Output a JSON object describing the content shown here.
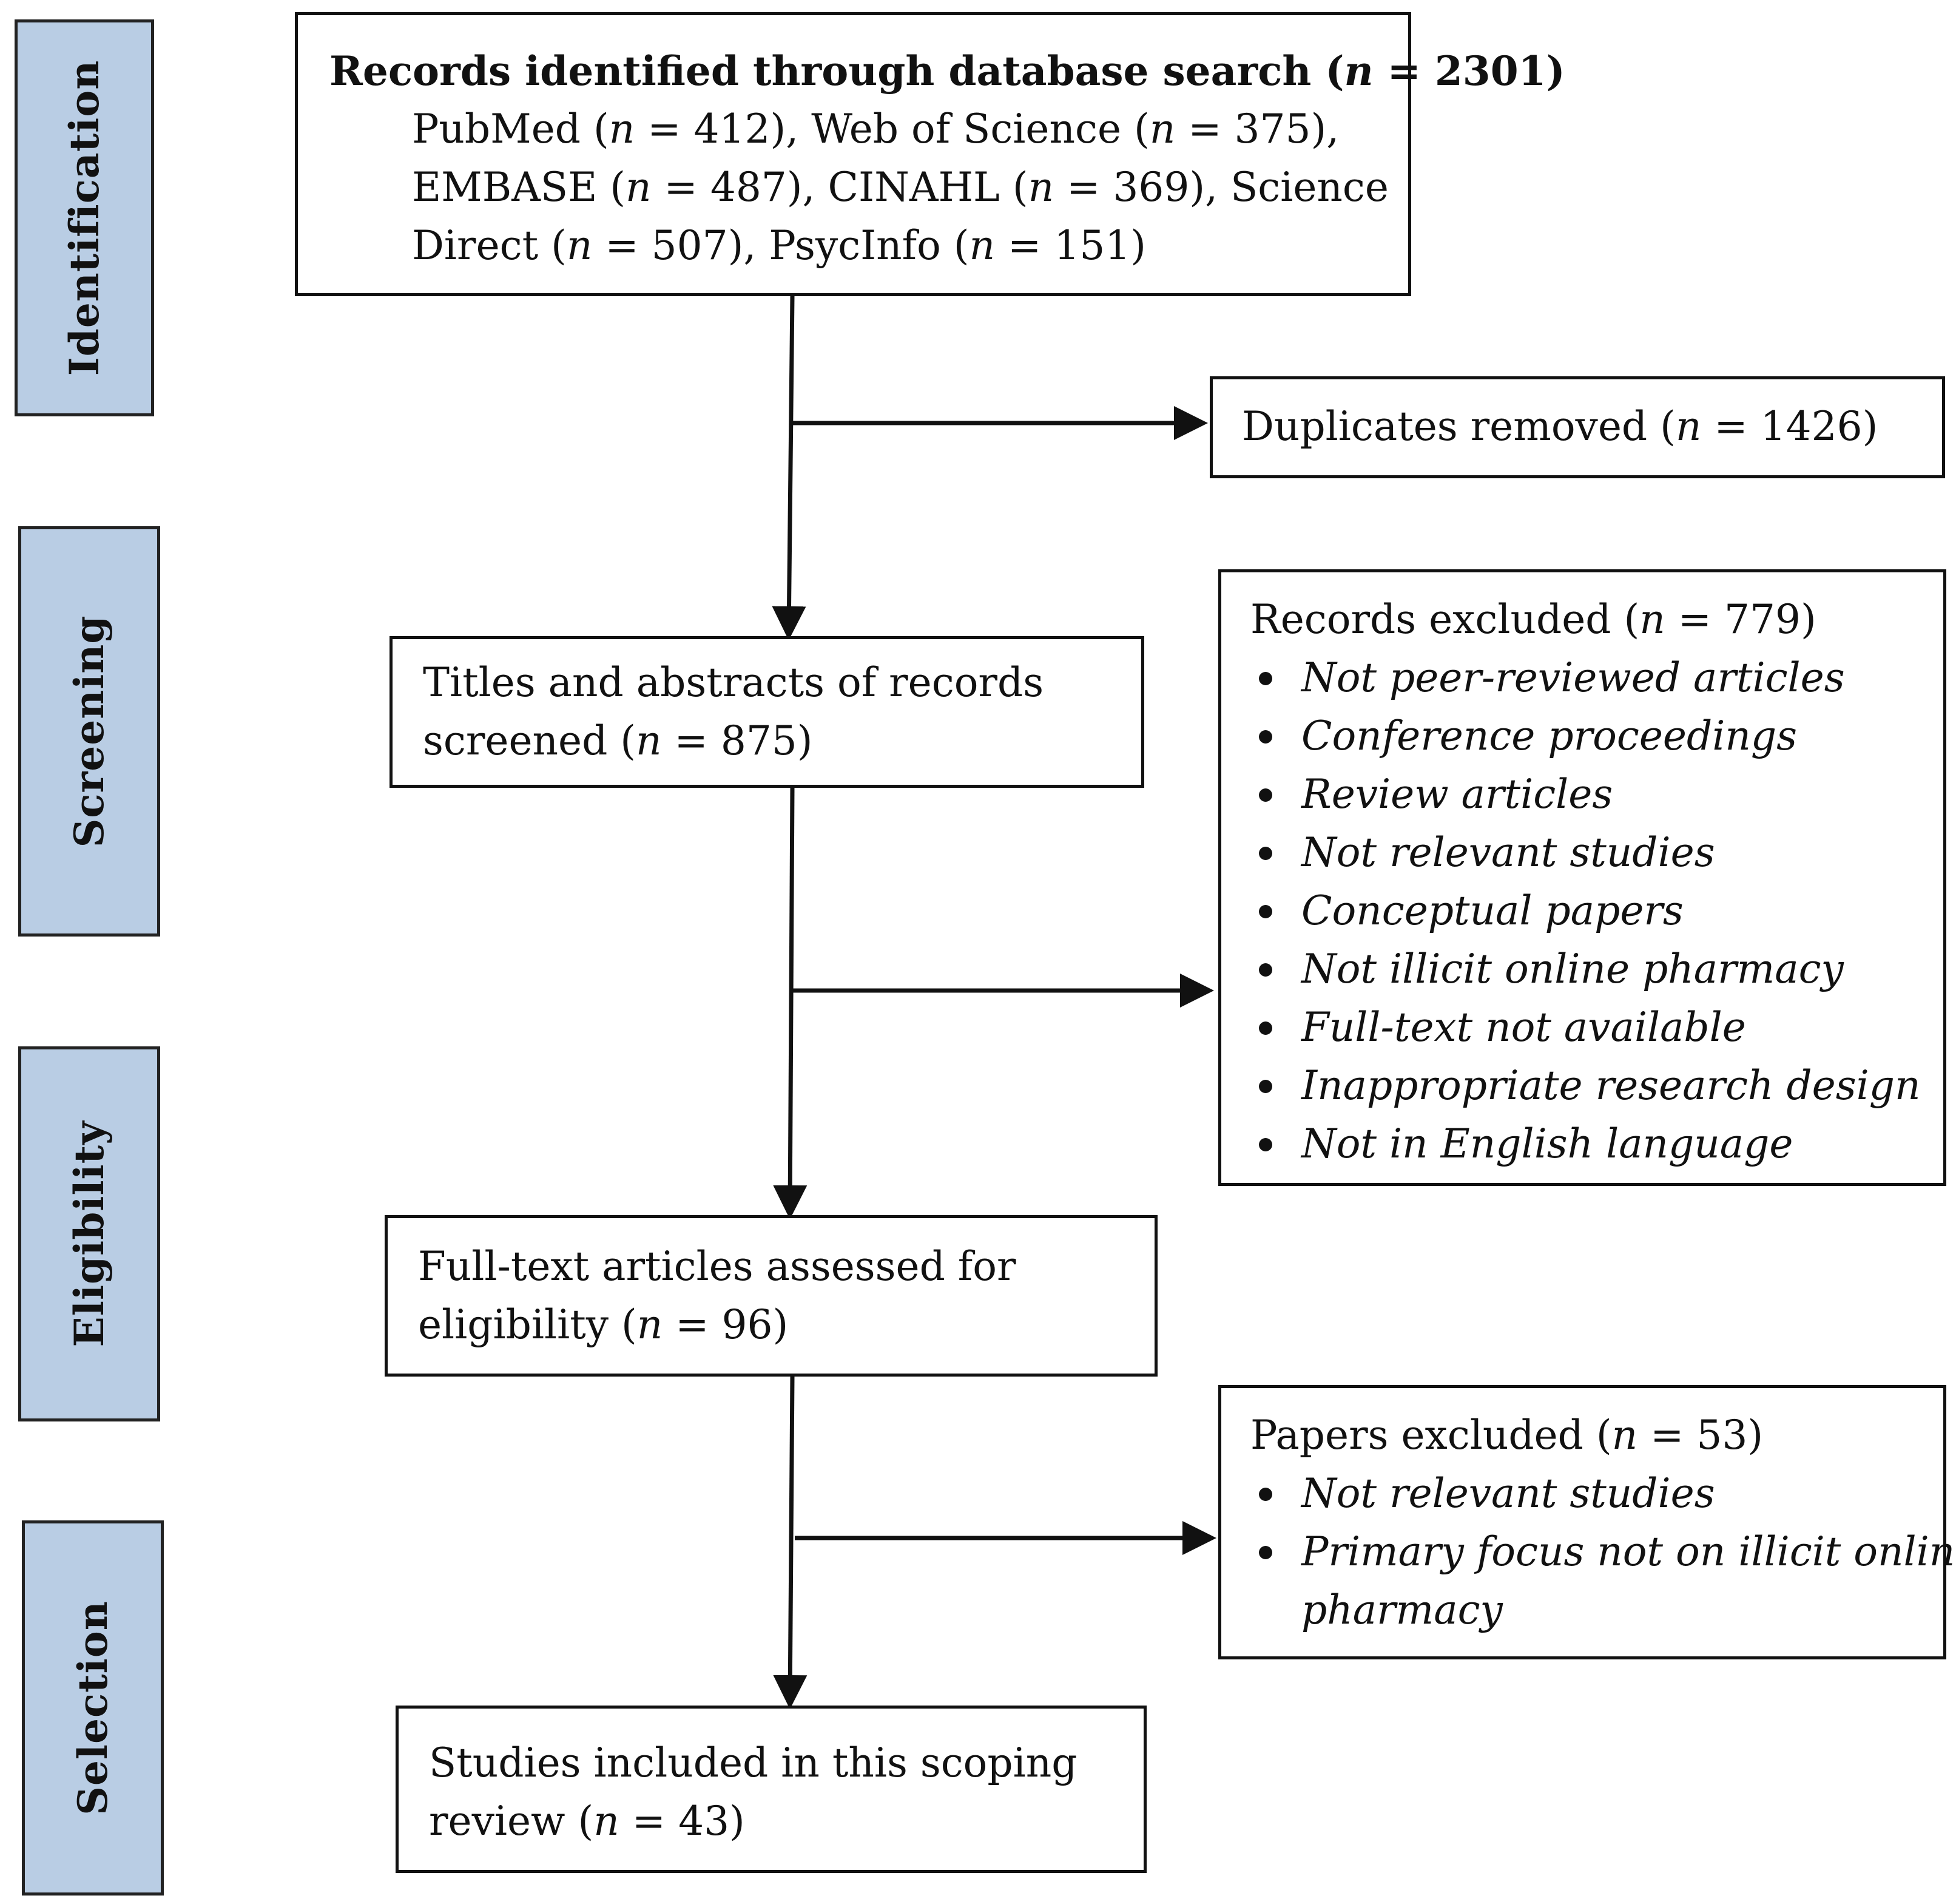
{
  "phases": [
    "Identification",
    "Screening",
    "Eligibility",
    "Selection"
  ],
  "identified": {
    "title": "Records identified through database search (",
    "title_n": "n",
    "title_end": " = 2301)",
    "lines": [
      [
        "PubMed (",
        "n",
        " = 412), Web of Science (",
        "n",
        " = 375),"
      ],
      [
        "EMBASE (",
        "n",
        " = 487), CINAHL (",
        "n",
        " = 369), Science"
      ],
      [
        "Direct (",
        "n",
        " = 507), PsycInfo (",
        "n",
        " = 151)"
      ]
    ]
  },
  "duplicates": {
    "pre": "Duplicates removed (",
    "n": "n",
    "post": " = 1426)"
  },
  "screened": {
    "line1": "Titles and abstracts of records",
    "pre": "screened (",
    "n": "n",
    "post": " = 875)"
  },
  "records_excluded": {
    "pre": "Records excluded (",
    "n": "n",
    "post": " = 779)",
    "items": [
      "Not peer-reviewed articles",
      "Conference proceedings",
      "Review articles",
      "Not relevant studies",
      "Conceptual papers",
      "Not illicit online pharmacy",
      "Full-text not available",
      "Inappropriate research design",
      "Not in English language"
    ]
  },
  "fulltext": {
    "line1": "Full-text articles assessed for",
    "pre": "eligibility (",
    "n": "n",
    "post": " = 96)"
  },
  "papers_excluded": {
    "pre": "Papers excluded (",
    "n": "n",
    "post": " = 53)",
    "items": [
      "Not relevant studies",
      "Primary focus not on illicit online"
    ],
    "continuation": "pharmacy"
  },
  "included": {
    "line1": "Studies included in this scoping",
    "pre": "review (",
    "n": "n",
    "post": " = 43)"
  }
}
